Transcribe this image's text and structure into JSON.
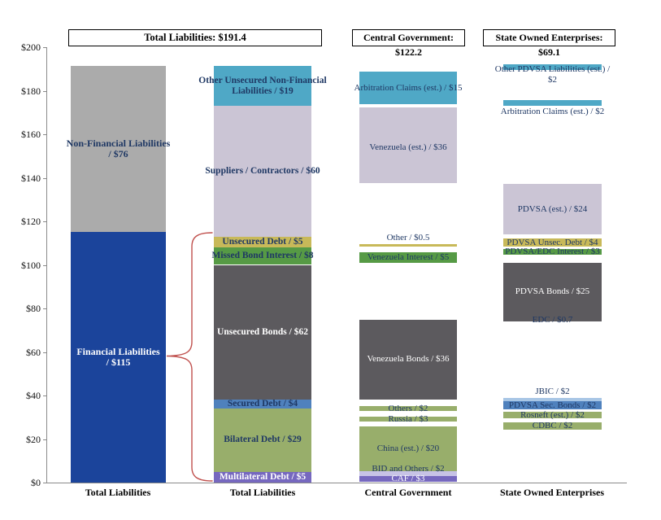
{
  "title_boxes": [
    {
      "label": "Total Liabilities: $191.4"
    },
    {
      "label": "Central Government: $122.2"
    },
    {
      "label": "State Owned Enterprises: $69.1"
    }
  ],
  "y_axis": {
    "ticks": [
      "$0",
      "$20",
      "$40",
      "$60",
      "$80",
      "$100",
      "$120",
      "$140",
      "$160",
      "$180",
      "$200"
    ],
    "min": 0,
    "max": 200,
    "step": 20
  },
  "colors": {
    "navy_bar": "#1B449B",
    "gray_bar": "#ABABAB",
    "teal": "#4FA8C6",
    "lavender": "#CBC5D5",
    "gold": "#C8B959",
    "green": "#569A45",
    "dark_gray": "#5C5A5E",
    "cornflower": "#4F81BD",
    "olive": "#98AE6B",
    "purple": "#7668BF",
    "light_lavender": "#C7C3E6",
    "light_blue": "#A8C6E5",
    "brace_red": "#C0504D",
    "label_navy": "#1F3864",
    "white": "#FFFFFF"
  },
  "chart_data": {
    "type": "bar",
    "title": "Total Liabilities: $191.4",
    "ylim": [
      0,
      200
    ],
    "columns": [
      {
        "axis_label": "Total Liabilities",
        "total": 191.4,
        "segments": [
          {
            "label": "Financial Liabilities\n/ $115",
            "value": 115,
            "from": 0,
            "to": 115,
            "color": "navy_bar",
            "text": "white",
            "bold": true
          },
          {
            "label": "Non-Financial Liabilities\n/ $76",
            "value": 76,
            "from": 115,
            "to": 191.4,
            "color": "gray_bar",
            "text": "label_navy",
            "bold": true
          }
        ]
      },
      {
        "axis_label": "Total Liabilities",
        "total": 191.4,
        "segments": [
          {
            "label": "Multilateral Debt / $5",
            "value": 5,
            "from": 0,
            "to": 5,
            "color": "purple",
            "text": "white",
            "bold": true
          },
          {
            "label": "Bilateral Debt / $29",
            "value": 29,
            "from": 5,
            "to": 34,
            "color": "olive",
            "text": "label_navy",
            "bold": true
          },
          {
            "label": "Secured Debt / $4",
            "value": 4,
            "from": 34,
            "to": 38,
            "color": "cornflower",
            "text": "label_navy",
            "bold": true
          },
          {
            "label": "Unsecured Bonds / $62",
            "value": 62,
            "from": 38,
            "to": 100,
            "color": "dark_gray",
            "text": "white",
            "bold": true
          },
          {
            "label": "Missed Bond Interest / $8",
            "value": 8,
            "from": 100,
            "to": 108,
            "color": "green",
            "text": "label_navy",
            "bold": true
          },
          {
            "label": "Unsecured Debt / $5",
            "value": 5,
            "from": 108,
            "to": 113,
            "color": "gold",
            "text": "label_navy",
            "bold": true
          },
          {
            "label": "Suppliers / Contractors / $60",
            "value": 60,
            "from": 113,
            "to": 173,
            "color": "lavender",
            "text": "label_navy",
            "bold": true
          },
          {
            "label": "Other Unsecured Non-Financial\nLiabilities / $19",
            "value": 19,
            "from": 173,
            "to": 191.4,
            "color": "teal",
            "text": "label_navy",
            "bold": true
          }
        ]
      },
      {
        "axis_label": "Central  Government",
        "total": 122.2,
        "segments": [
          {
            "label": "CAF / $3",
            "value": 3,
            "from": 0.2,
            "to": 3,
            "color": "purple",
            "text": "white"
          },
          {
            "label": "BID and Others / $2",
            "value": 2,
            "from": 3,
            "to": 5.2,
            "color": "light_lavender",
            "text": "label_navy",
            "label_dy": -6
          },
          {
            "label": "China (est.) / $20",
            "value": 20,
            "from": 5.2,
            "to": 25.8,
            "color": "olive",
            "text": "label_navy"
          },
          {
            "label": "Russia / $3",
            "value": 3,
            "from": 28,
            "to": 30.3,
            "color": "olive",
            "text": "label_navy"
          },
          {
            "label": "Others / $2",
            "value": 2,
            "from": 32.9,
            "to": 35.1,
            "color": "olive",
            "text": "label_navy"
          },
          {
            "label": "Venezuela Bonds / $36",
            "value": 36,
            "from": 38.1,
            "to": 74.8,
            "color": "dark_gray",
            "text": "white"
          },
          {
            "label": "Venezuela Interest / $5",
            "value": 5,
            "from": 100.9,
            "to": 105.8,
            "color": "green",
            "text": "label_navy"
          },
          {
            "label": "Other / $0.5",
            "value": 0.5,
            "from": 108.4,
            "to": 109.5,
            "color": "gold",
            "text": "label_navy",
            "label_pos": "above"
          },
          {
            "label": "Venezuela (est.) / $36",
            "value": 36,
            "from": 137.6,
            "to": 172.3,
            "color": "lavender",
            "text": "label_navy",
            "label_dy": 3
          },
          {
            "label": "Arbitration Claims (est.) / $15",
            "value": 15,
            "from": 173.8,
            "to": 188.8,
            "color": "teal",
            "text": "label_navy"
          }
        ]
      },
      {
        "axis_label": "State Owned Enterprises",
        "total": 69.1,
        "segments": [
          {
            "label": "CDBC / $2",
            "value": 2,
            "from": 24.3,
            "to": 27.7,
            "color": "olive",
            "text": "label_navy"
          },
          {
            "label": "Rosneft (est.) / $2",
            "value": 2,
            "from": 29.5,
            "to": 32.5,
            "color": "olive",
            "text": "label_navy"
          },
          {
            "label": "PDVSA Sec. Bonds / $2",
            "value": 2,
            "from": 33.6,
            "to": 37.4,
            "color": "cornflower",
            "text": "label_navy"
          },
          {
            "label": "JBIC / $2",
            "value": 2,
            "from": 37.4,
            "to": 38.9,
            "color": "light_blue",
            "text": "label_navy",
            "label_pos": "above"
          },
          {
            "label": "EDC / $0.7",
            "value": 0.7,
            "from": 74.0,
            "to": 74.8,
            "color": "dark_gray",
            "text": "label_navy"
          },
          {
            "label": "PDVSA Bonds / $25",
            "value": 25,
            "from": 74.8,
            "to": 100.9,
            "color": "dark_gray",
            "text": "white"
          },
          {
            "label": "PDVSA/EDC Interest / $3",
            "value": 3,
            "from": 104.7,
            "to": 107.3,
            "color": "green",
            "text": "label_navy"
          },
          {
            "label": "PDVSA Unsec. Debt / $4",
            "value": 4,
            "from": 108.4,
            "to": 112.1,
            "color": "gold",
            "text": "label_navy"
          },
          {
            "label": "PDVSA (est.) / $24",
            "value": 24,
            "from": 114.0,
            "to": 137.2,
            "color": "lavender",
            "text": "label_navy"
          },
          {
            "label": "Arbitration Claims (est.) / $2",
            "value": 2,
            "from": 173.1,
            "to": 175.7,
            "color": "teal",
            "text": "label_navy",
            "label_pos": "below"
          },
          {
            "label": "Other PDVSA Liabilities  (est.) /\n$2",
            "value": 2,
            "from": 189.5,
            "to": 192.1,
            "color": "teal",
            "text": "label_navy",
            "label_dy": 9
          }
        ]
      }
    ],
    "brace": {
      "target_segment": "Financial Liabilities / $115",
      "from": 0,
      "to": 115
    }
  }
}
